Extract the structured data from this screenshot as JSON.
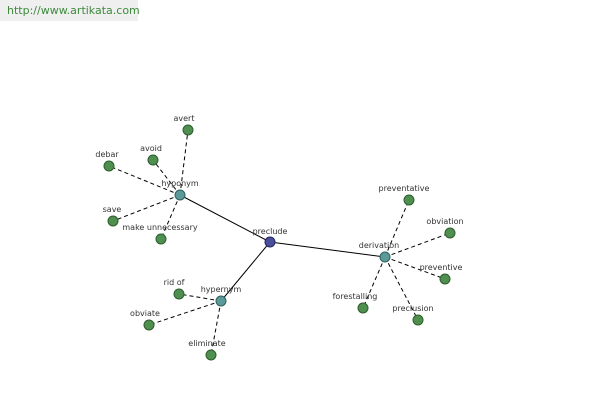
{
  "watermark": {
    "url": "http://www.artikata.com"
  },
  "colors": {
    "leaf": "#4f8f4f",
    "category": "#5b9a98",
    "root": "#4a4f9b",
    "watermark_bg": "#efefef",
    "watermark_text": "#3d8a3d"
  },
  "graph": {
    "root": "preclude",
    "categories": [
      {
        "id": "hyponym",
        "label": "hyponym",
        "terms": [
          "avert",
          "avoid",
          "debar",
          "save",
          "make unnecessary"
        ]
      },
      {
        "id": "hypernym",
        "label": "hypernym",
        "terms": [
          "rid of",
          "obviate",
          "eliminate"
        ]
      },
      {
        "id": "derivation",
        "label": "derivation",
        "terms": [
          "preventative",
          "obviation",
          "preventive",
          "forestalling",
          "preclusion"
        ]
      }
    ]
  }
}
